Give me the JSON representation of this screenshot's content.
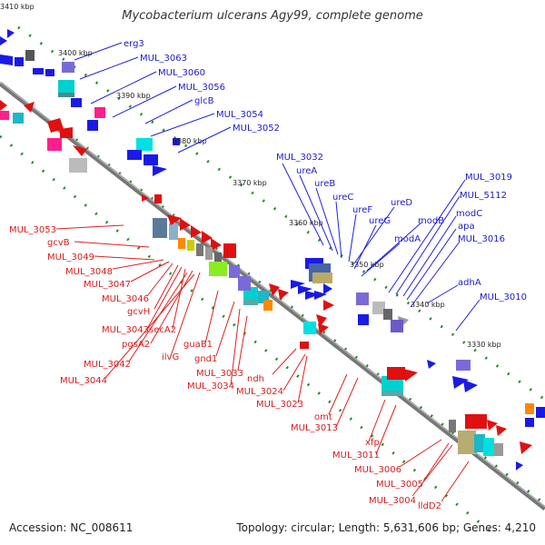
{
  "title": "Mycobacterium ulcerans Agy99, complete genome",
  "footer": {
    "accession": "Accession: NC_008611",
    "stats": "Topology: circular; Length: 5,631,606 bp; Genes: 4,210"
  },
  "colors": {
    "backbone": "#7a7a7a",
    "dots": "#2a8a2a",
    "blue_labels": "#1a1ad0",
    "red_labels": "#d81c1c"
  },
  "ticks": [
    "3410 kbp",
    "3400 kbp",
    "3390 kbp",
    "3380 kbp",
    "3370 kbp",
    "3360 kbp",
    "3350 kbp",
    "3340 kbp",
    "3330 kbp"
  ],
  "blue_labels": [
    "erg3",
    "MUL_3063",
    "MUL_3060",
    "MUL_3056",
    "glcB",
    "MUL_3054",
    "MUL_3052",
    "MUL_3032",
    "ureA",
    "ureB",
    "ureC",
    "ureF",
    "ureD",
    "ureG",
    "modB",
    "modA",
    "MUL_3019",
    "MUL_5112",
    "modC",
    "apa",
    "MUL_3016",
    "adhA",
    "MUL_3010"
  ],
  "red_labels": [
    "MUL_3053",
    "gcvB",
    "MUL_3049",
    "MUL_3048",
    "MUL_3047",
    "MUL_3046",
    "gcvH",
    "MUL_3043",
    "secA2",
    "pgsA2",
    "ilvG",
    "MUL_3042",
    "MUL_3044",
    "guaB1",
    "gnd1",
    "MUL_3034",
    "MUL_3033",
    "ndh",
    "MUL_3024",
    "MUL_3023",
    "omt",
    "MUL_3013",
    "xfp",
    "MUL_3011",
    "MUL_3006",
    "MUL_3005",
    "MUL_3004",
    "lldD2"
  ]
}
